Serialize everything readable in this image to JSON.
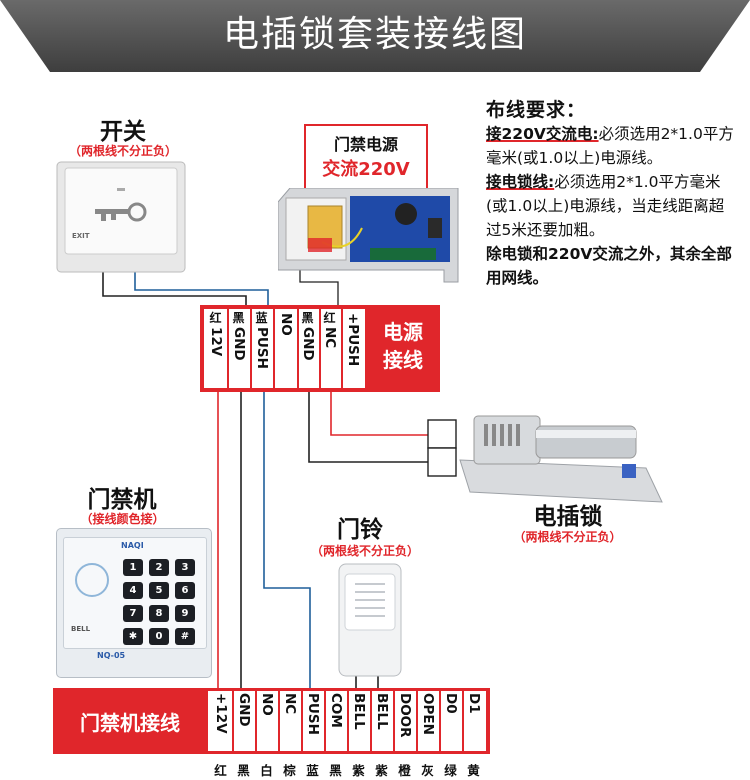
{
  "title": "电插锁套装接线图",
  "switch": {
    "label": "开关",
    "note": "（两根线不分正负）",
    "plate_text": "EXIT"
  },
  "power": {
    "label_line1": "门禁电源",
    "label_line2": "交流220V",
    "terminal_title_line1": "电源",
    "terminal_title_line2": "接线",
    "terminals": [
      {
        "color": "红",
        "name": "12V"
      },
      {
        "color": "黑",
        "name": "GND"
      },
      {
        "color": "蓝",
        "name": "PUSH"
      },
      {
        "color": "",
        "name": "NO"
      },
      {
        "color": "黑",
        "name": "GND"
      },
      {
        "color": "红",
        "name": "NC"
      },
      {
        "color": "",
        "name": "+PUSH"
      }
    ]
  },
  "requirements": {
    "heading": "布线要求：",
    "ac_key": "接220V交流电:",
    "ac_text": "必须选用2*1.0平方毫米(或1.0以上)电源线。",
    "lock_key": "接电锁线:",
    "lock_text": "必须选用2*1.0平方毫米(或1.0以上)电源线，当走线距离超过5米还要加粗。",
    "other_text": "除电锁和220V交流之外，其余全部用网线。"
  },
  "access": {
    "label": "门禁机",
    "note": "（接线颜色接）",
    "brand": "NAQI",
    "model": "NQ-05",
    "bell_text": "BELL",
    "keys": [
      "1",
      "2",
      "3",
      "4",
      "5",
      "6",
      "7",
      "8",
      "9",
      "✱",
      "0",
      "#"
    ],
    "terminal_title": "门禁机接线",
    "terminals": [
      "+12V",
      "GND",
      "NO",
      "NC",
      "PUSH",
      "COM",
      "BELL",
      "BELL",
      "DOOR",
      "OPEN",
      "D0",
      "D1"
    ],
    "bottom_colors": [
      "红",
      "黑",
      "白",
      "棕",
      "蓝",
      "黑",
      "紫",
      "紫",
      "橙",
      "灰",
      "绿",
      "黄"
    ]
  },
  "doorbell": {
    "label": "门铃",
    "note": "（两根线不分正负）"
  },
  "lock": {
    "label": "电插锁",
    "note": "（两根线不分正负）"
  },
  "colors": {
    "accent": "#e0262b",
    "banner": "#555555",
    "blue_wire": "#1f5f9a"
  }
}
